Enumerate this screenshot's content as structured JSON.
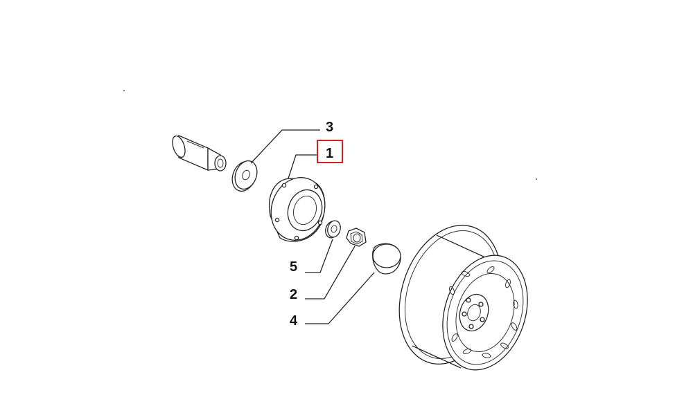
{
  "callouts": {
    "hub": "1",
    "nut": "2",
    "washer": "3",
    "cap": "4",
    "spacer": "5"
  },
  "highlight": {
    "color": "#d42020"
  }
}
